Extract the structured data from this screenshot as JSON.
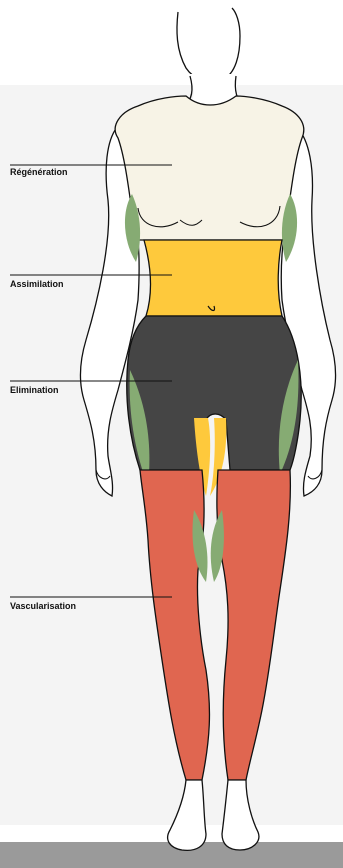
{
  "zones": [
    {
      "key": "regeneration",
      "label": "Régénération",
      "color": "#f7f3e6"
    },
    {
      "key": "assimilation",
      "label": "Assimilation",
      "color": "#fec93c"
    },
    {
      "key": "elimination",
      "label": "Elimination",
      "color": "#454545"
    },
    {
      "key": "vascularisation",
      "label": "Vascularisation",
      "color": "#e06650"
    }
  ],
  "accents": {
    "lymph": "#86ab73"
  },
  "colors": {
    "panel": "#f4f4f4",
    "floor": "#9a9a9a",
    "outline": "#111111",
    "skin": "#ffffff"
  }
}
